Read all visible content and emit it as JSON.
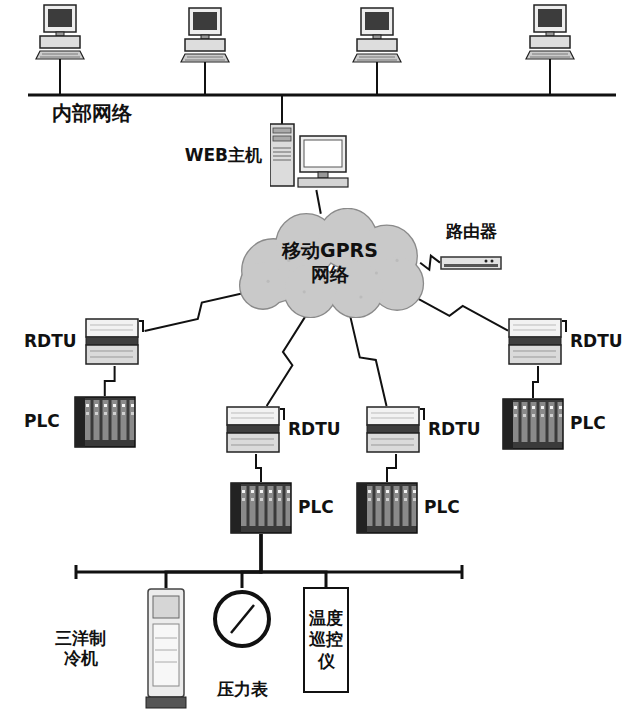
{
  "diagram": {
    "nodes": [
      {
        "text": [
          "WEB主机"
        ]
      },
      {
        "text": [
          "移动GPRS 网络"
        ]
      },
      {
        "text": [
          "路由器"
        ]
      },
      {
        "text": [
          "RDTU"
        ]
      },
      {
        "text": [
          "PLC"
        ]
      },
      {
        "text": [
          "RDTU"
        ]
      },
      {
        "text": [
          "PLC"
        ]
      },
      {
        "text": [
          "RDTU"
        ]
      },
      {
        "text": [
          "PLC"
        ]
      },
      {
        "text": [
          "RDTU"
        ]
      },
      {
        "text": [
          "PLC"
        ]
      },
      {
        "text": [
          "三洋制冷机"
        ]
      },
      {
        "text": [
          "压力表"
        ]
      },
      {
        "text": [
          "温度巡控仪"
        ]
      }
    ],
    "edges": [
      {
        "from": 0,
        "to": 1,
        "arrow": "none"
      },
      {
        "from": 2,
        "to": 1,
        "arrow": "none"
      },
      {
        "from": 3,
        "to": 1,
        "arrow": "none"
      },
      {
        "from": 5,
        "to": 1,
        "arrow": "none"
      },
      {
        "from": 7,
        "to": 1,
        "arrow": "none"
      },
      {
        "from": 9,
        "to": 1,
        "arrow": "none"
      },
      {
        "from": 3,
        "to": 4,
        "arrow": "none"
      },
      {
        "from": 5,
        "to": 6,
        "arrow": "none"
      },
      {
        "from": 7,
        "to": 8,
        "arrow": "none"
      },
      {
        "from": 9,
        "to": 10,
        "arrow": "none"
      },
      {
        "from": 6,
        "to": 11,
        "arrow": "none"
      },
      {
        "from": 6,
        "to": 12,
        "arrow": "none"
      },
      {
        "from": 6,
        "to": 13,
        "arrow": "none"
      }
    ],
    "labels": [
      "内部网络"
    ]
  }
}
